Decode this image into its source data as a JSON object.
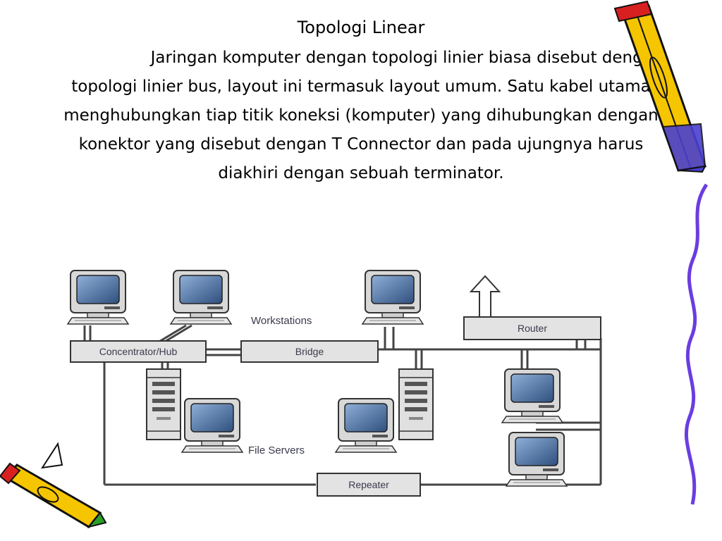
{
  "slide": {
    "title": "Topologi Linear",
    "body_line1": "Jaringan komputer dengan topologi linier",
    "body_rest": "biasa disebut dengan topologi linier bus, layout ini termasuk layout umum. Satu kabel utama menghubungkan tiap titik koneksi (komputer) yang dihubungkan dengan konektor yang disebut dengan T Connector dan pada ujungnya harus diakhiri dengan sebuah terminator."
  },
  "diagram": {
    "labels": {
      "workstations": "Workstations",
      "concentrator": "Concentrator/Hub",
      "bridge": "Bridge",
      "router": "Router",
      "file_servers": "File Servers",
      "repeater": "Repeater"
    },
    "icons": [
      "monitor-icon",
      "server-tower-icon",
      "arrow-up-icon",
      "pencil-icon"
    ]
  },
  "colors": {
    "box_fill": "#e3e3e3",
    "line": "#444444",
    "screen": "#4e6f9e",
    "pencil_yellow": "#f5c500",
    "pencil_red": "#d92020",
    "pencil_blue": "#4a3fd0",
    "squiggle_purple": "#6a3de0"
  }
}
